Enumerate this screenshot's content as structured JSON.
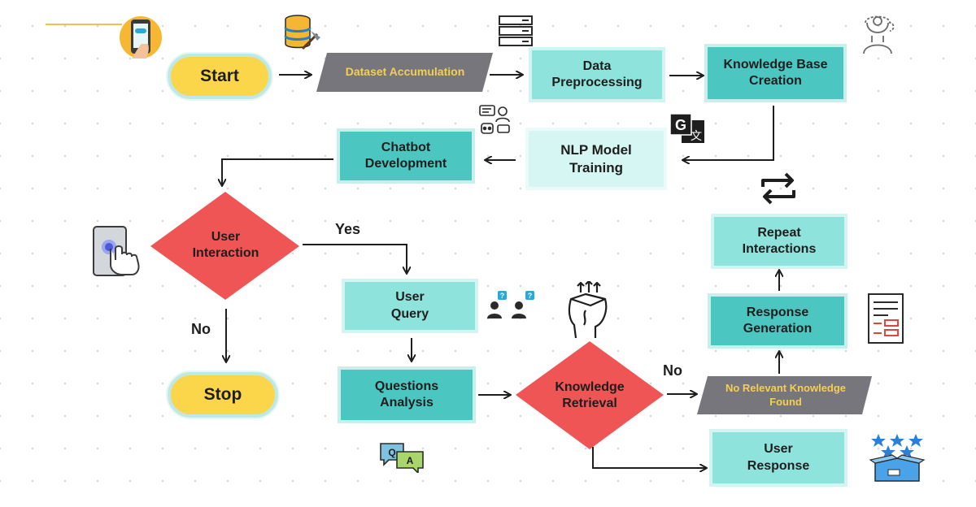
{
  "nodes": {
    "start": "Start",
    "dataset": "Dataset Accumulation",
    "preprocessing": "Data\nPreprocessing",
    "kb_creation": "Knowledge Base\nCreation",
    "nlp_training": "NLP Model\nTraining",
    "chatbot_dev": "Chatbot\nDevelopment",
    "user_interaction": "User\nInteraction",
    "user_query": "User\nQuery",
    "questions_analysis": "Questions\nAnalysis",
    "knowledge_retrieval": "Knowledge\nRetrieval",
    "no_relevant": "No Relevant Knowledge\nFound",
    "response_generation": "Response\nGeneration",
    "repeat_interactions": "Repeat\nInteractions",
    "user_response": "User\nResponse",
    "stop": "Stop"
  },
  "edge_labels": {
    "yes": "Yes",
    "no_interaction": "No",
    "no_retrieval": "No"
  },
  "icons": {
    "phone": "phone-chat-icon",
    "database": "database-pickaxe-icon",
    "servers": "server-stack-icon",
    "head_gear": "head-gear-icon",
    "chat_bots": "chatbot-people-icon",
    "translate": "translate-icon",
    "repeat": "repeat-arrows-icon",
    "touch": "touch-screen-icon",
    "people_question": "people-question-icon",
    "head_up": "head-arrows-up-icon",
    "report": "report-document-icon",
    "qa": "qa-bubbles-icon",
    "rating_box": "rating-box-icon"
  },
  "colors": {
    "start_stop": "#fbd54a",
    "decision": "#f05555",
    "box_mid": "#8ee3dc",
    "box_dark": "#4cc6c0",
    "box_light": "#d6f6f3",
    "parallelogram": "#76767c"
  }
}
